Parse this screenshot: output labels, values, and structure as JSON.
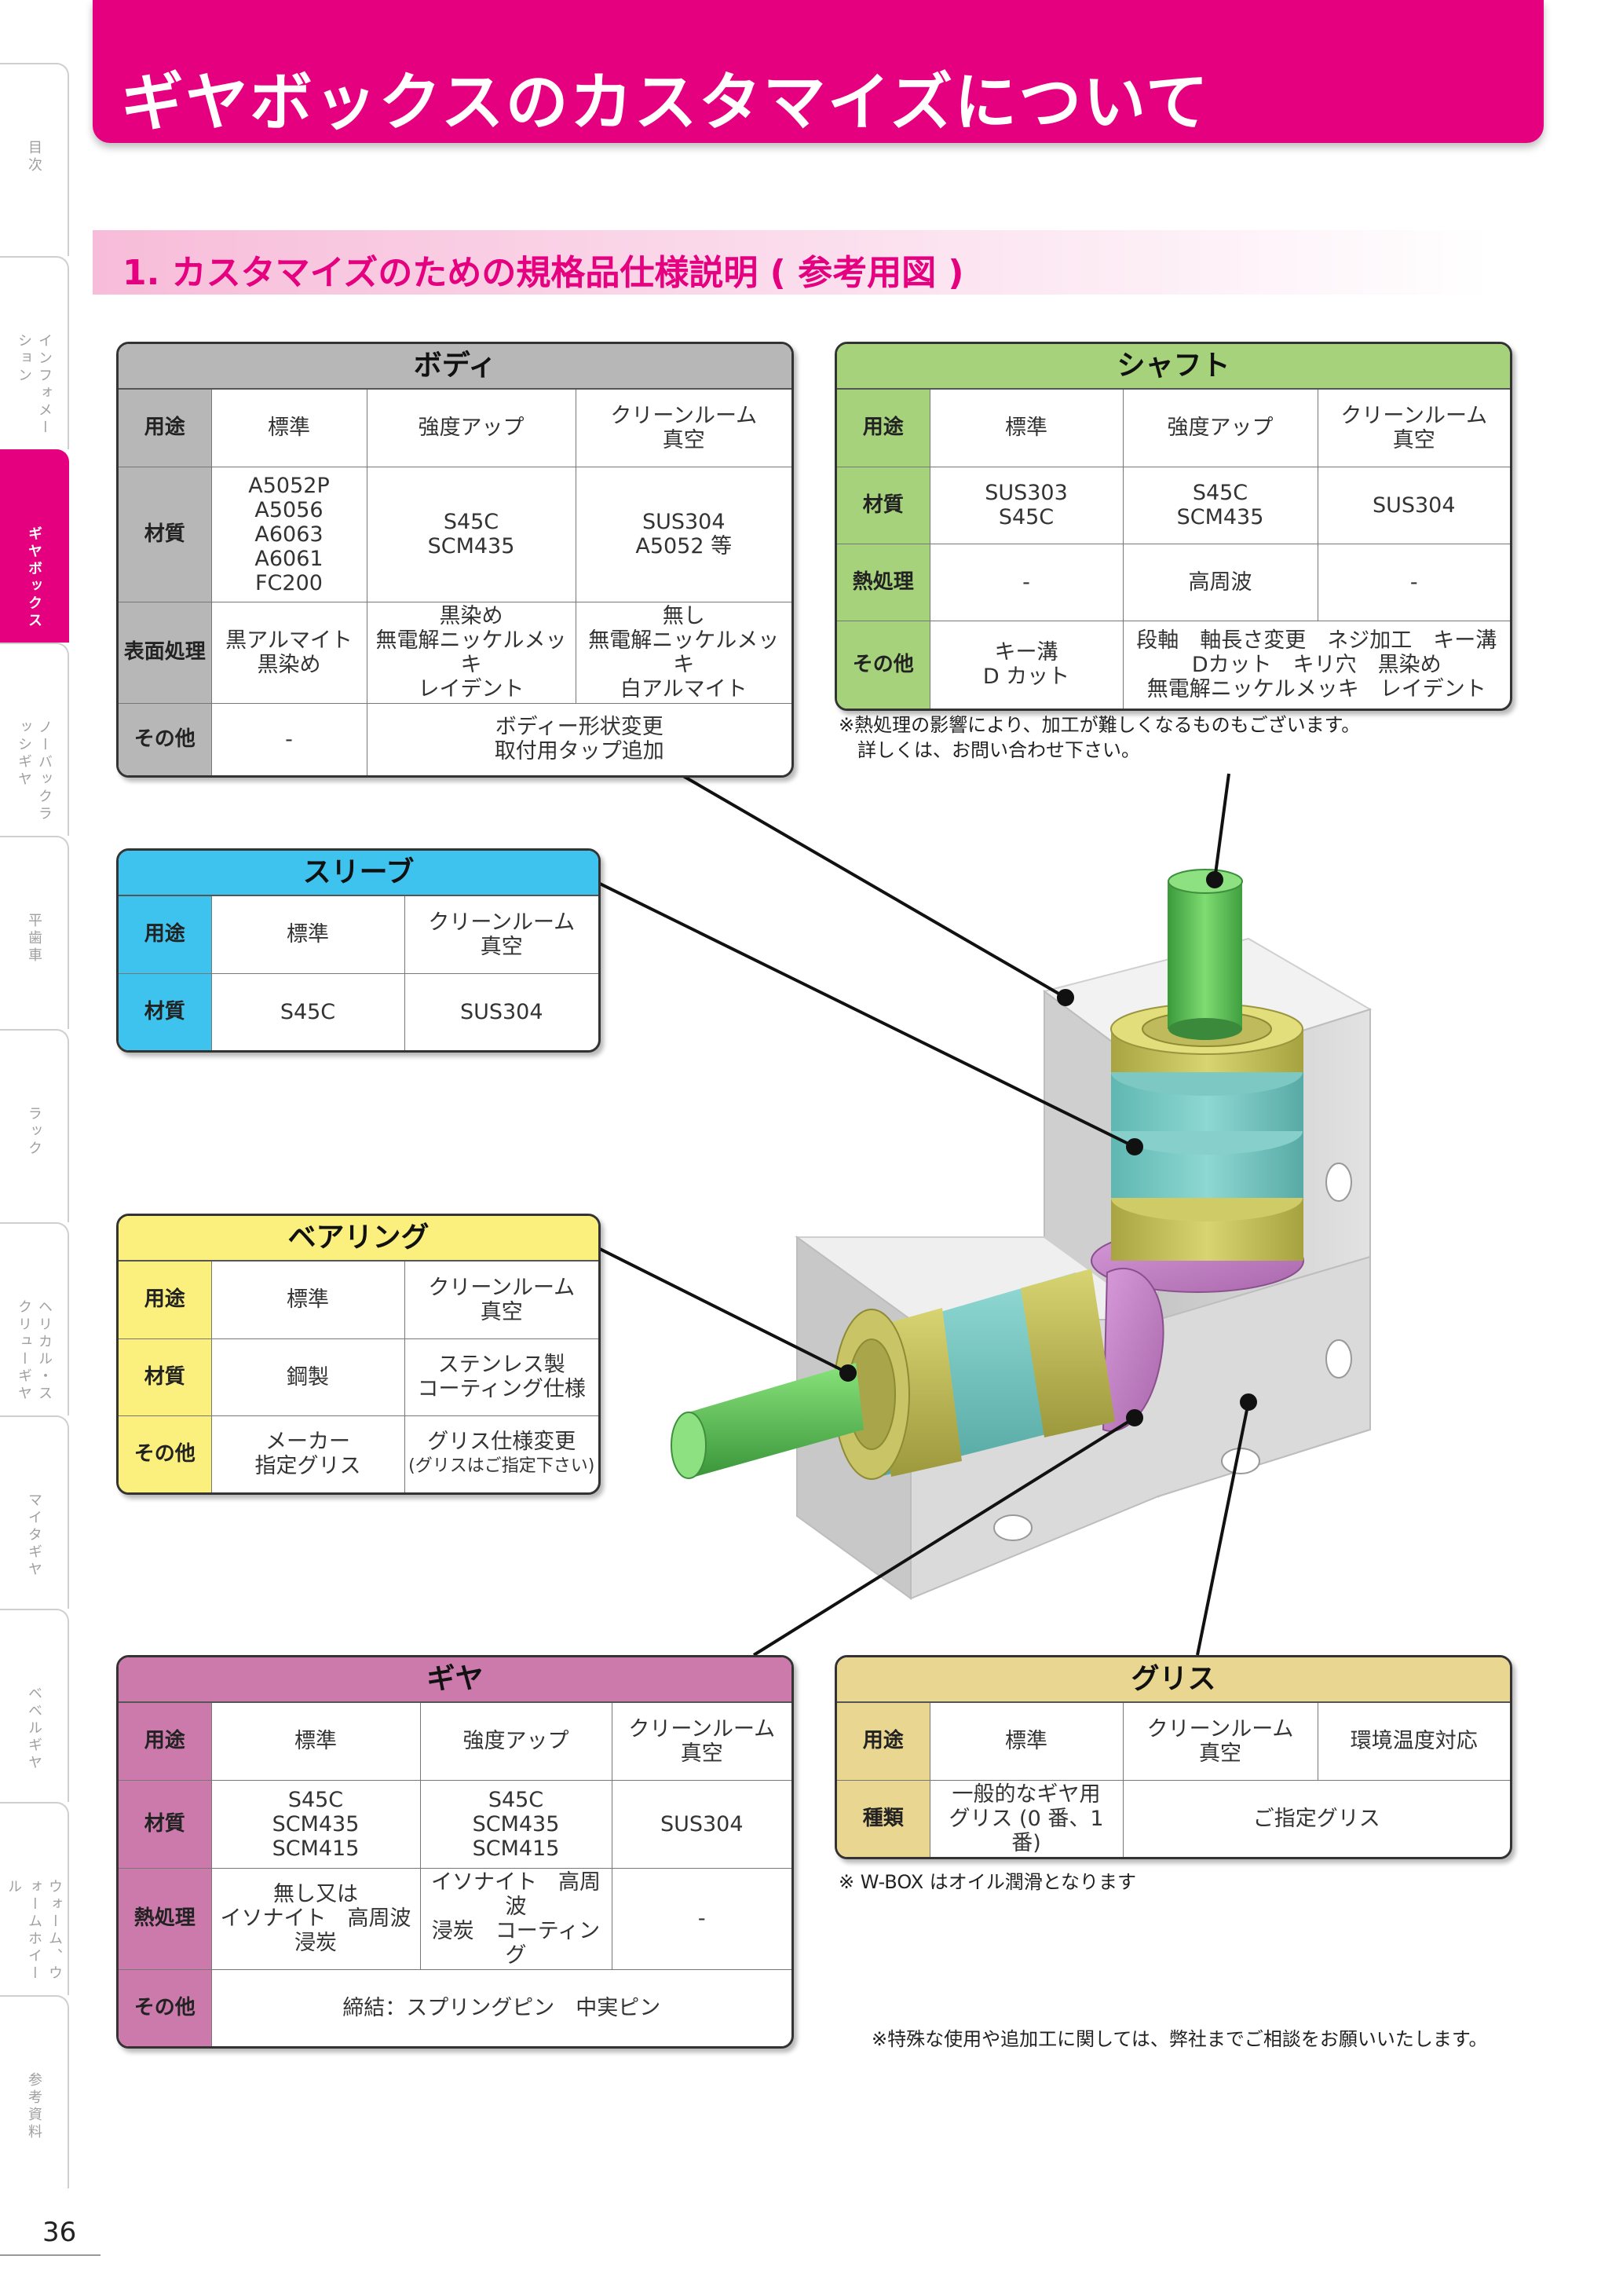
{
  "header": {
    "title": "ギヤボックスのカスタマイズについて"
  },
  "section": {
    "title": "1. カスタマイズのための規格品仕様説明 ( 参考用図 )"
  },
  "side_tabs": [
    {
      "label": "目次"
    },
    {
      "label": "インフォメーション"
    },
    {
      "label": "ギヤボックス"
    },
    {
      "label": "ノーバックラッシギヤ"
    },
    {
      "label": "平歯車"
    },
    {
      "label": "ラック"
    },
    {
      "label": "ヘリカル・スクリューギヤ"
    },
    {
      "label": "マイタギヤ"
    },
    {
      "label": "ベベルギヤ"
    },
    {
      "label": "ウォーム、ウォームホイール"
    },
    {
      "label": "参考資料"
    }
  ],
  "page_number": "36",
  "body": {
    "title": "ボディ",
    "rows": [
      [
        "用途",
        "標準",
        "強度アップ",
        "クリーンルーム\n真空"
      ],
      [
        "材質",
        "A5052P\nA5056\nA6063\nA6061\nFC200",
        "S45C\nSCM435",
        "SUS304\nA5052 等"
      ],
      [
        "表面処理",
        "黒アルマイト\n黒染め",
        "黒染め\n無電解ニッケルメッキ\nレイデント",
        "無し\n無電解ニッケルメッキ\n白アルマイト"
      ],
      [
        "その他",
        "-",
        "ボディー形状変更\n取付用タップ追加"
      ]
    ]
  },
  "shaft": {
    "title": "シャフト",
    "rows": [
      [
        "用途",
        "標準",
        "強度アップ",
        "クリーンルーム\n真空"
      ],
      [
        "材質",
        "SUS303\nS45C",
        "S45C\nSCM435",
        "SUS304"
      ],
      [
        "熱処理",
        "-",
        "高周波",
        "-"
      ],
      [
        "その他",
        "キー溝\nD カット",
        "段軸　軸長さ変更　ネジ加工　キー溝\nDカット　キリ穴　黒染め\n無電解ニッケルメッキ　レイデント"
      ]
    ],
    "note": "※熱処理の影響により、加工が難しくなるものもございます。\n　詳しくは、お問い合わせ下さい。"
  },
  "sleeve": {
    "title": "スリーブ",
    "rows": [
      [
        "用途",
        "標準",
        "クリーンルーム\n真空"
      ],
      [
        "材質",
        "S45C",
        "SUS304"
      ]
    ]
  },
  "bearing": {
    "title": "ベアリング",
    "rows": [
      [
        "用途",
        "標準",
        "クリーンルーム\n真空"
      ],
      [
        "材質",
        "鋼製",
        "ステンレス製\nコーティング仕様"
      ],
      [
        "その他",
        "メーカー\n指定グリス",
        "グリス仕様変更"
      ]
    ],
    "other_sub": "(グリスはご指定下さい)"
  },
  "gear": {
    "title": "ギヤ",
    "rows": [
      [
        "用途",
        "標準",
        "強度アップ",
        "クリーンルーム\n真空"
      ],
      [
        "材質",
        "S45C\nSCM435\nSCM415",
        "S45C\nSCM435\nSCM415",
        "SUS304"
      ],
      [
        "熱処理",
        "無し又は\nイソナイト　高周波\n浸炭",
        "イソナイト　高周波\n浸炭　コーティング",
        "-"
      ],
      [
        "その他",
        "締結：スプリングピン　中実ピン"
      ]
    ]
  },
  "grease": {
    "title": "グリス",
    "rows": [
      [
        "用途",
        "標準",
        "クリーンルーム\n真空",
        "環境温度対応"
      ],
      [
        "種類",
        "一般的なギヤ用\nグリス (0 番、1 番)",
        "ご指定グリス"
      ]
    ],
    "note": "※ W-BOX はオイル潤滑となります"
  },
  "footer_note": "※特殊な使用や追加工に関しては、弊社までご相談をお願いいたします。",
  "colors": {
    "accent": "#e5007f",
    "body": "#b7b7b7",
    "shaft": "#a5d27b",
    "sleeve": "#3ec3ee",
    "bearing": "#fbf07d",
    "gear": "#cb7aab",
    "grease": "#e9d690"
  }
}
